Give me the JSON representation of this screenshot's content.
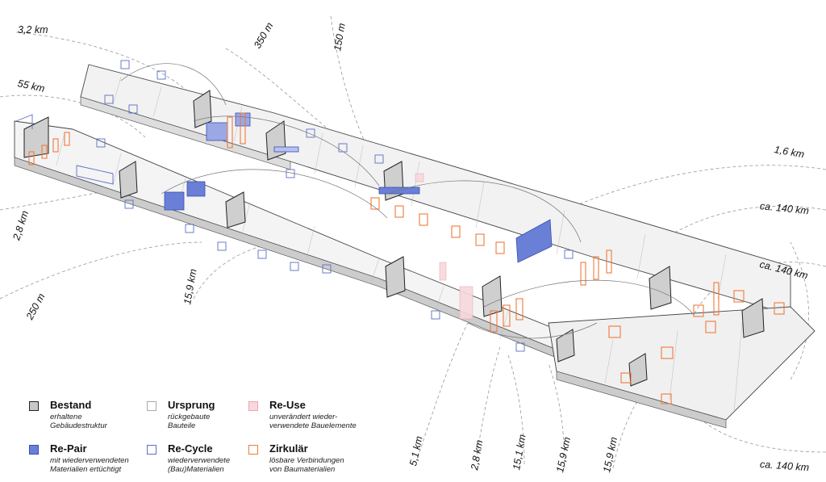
{
  "distances": [
    "3,2 km",
    "55 km",
    "350 m",
    "150 m",
    "1,6 km",
    "ca. 140 km",
    "ca. 140 km",
    "2,8 km",
    "250 m",
    "15,9 km",
    "5,1 km",
    "2,8 km",
    "15,1 km",
    "15,9 km",
    "15,9 km",
    "ca. 140 km"
  ],
  "legend": [
    {
      "title": "Bestand",
      "desc1": "erhaltene",
      "desc2": "Gebäudestruktur",
      "swatch_fill": "#c8c8c8",
      "swatch_stroke": "#222222"
    },
    {
      "title": "Ursprung",
      "desc1": "rückgebaute",
      "desc2": "Bauteile",
      "swatch_fill": "#ffffff",
      "swatch_stroke": "#aaaaaa"
    },
    {
      "title": "Re-Use",
      "desc1": "unverändert wieder-",
      "desc2": "verwendete Bauelemente",
      "swatch_fill": "#f8d8dc",
      "swatch_stroke": "#e8a8b0"
    },
    {
      "title": "Re-Pair",
      "desc1": "mit wiederverwendeten",
      "desc2": "Materialien ertüchtigt",
      "swatch_fill": "#6a7fd6",
      "swatch_stroke": "#3a4fb0"
    },
    {
      "title": "Re-Cycle",
      "desc1": "wiederverwendete",
      "desc2": "(Bau)Materialien",
      "swatch_fill": "#ffffff",
      "swatch_stroke": "#5a6fc8"
    },
    {
      "title": "Zirkulär",
      "desc1": "lösbare Verbindungen",
      "desc2": "von Baumaterialien",
      "swatch_fill": "#ffffff",
      "swatch_stroke": "#f07a3a"
    }
  ]
}
